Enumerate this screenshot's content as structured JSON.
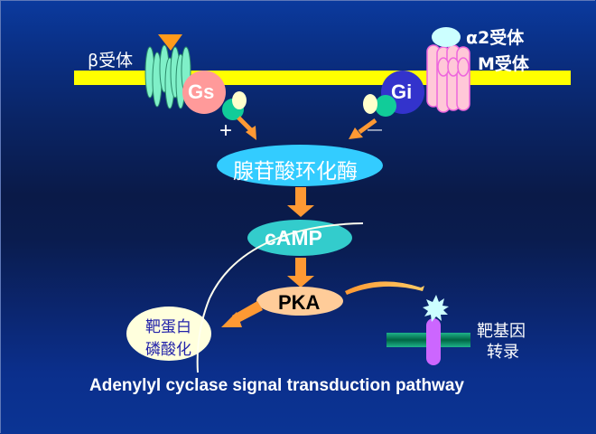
{
  "receptors": {
    "beta_label": "β受体",
    "alpha2_label": "α2受体",
    "m_label": "M受体"
  },
  "g_proteins": {
    "gs_label": "Gs",
    "gi_label": "Gi",
    "gs_effect": "+",
    "gi_effect": "—"
  },
  "pathway": {
    "adenylyl_cyclase": "腺苷酸环化酶",
    "camp": "cAMP",
    "pka": "PKA",
    "target_protein_line1": "靶蛋白",
    "target_protein_line2": "磷酸化",
    "target_gene_line1": "靶基因",
    "target_gene_line2": "转录"
  },
  "caption": "Adenylyl cyclase signal transduction pathway",
  "colors": {
    "membrane": "#ffff00",
    "beta_receptor": "#7ff0c8",
    "ligand_triangle": "#ff9a1a",
    "gs": "#ff9a9a",
    "gi": "#3333cc",
    "alpha2_receptor": "#ffc8d8",
    "adenylyl_cyclase": "#33ccff",
    "camp": "#33cccc",
    "pka": "#ffcc99",
    "target_protein": "#ffffdd",
    "arrow": "#ff9933",
    "dna": "#009966",
    "tf": "#cc66ff"
  }
}
